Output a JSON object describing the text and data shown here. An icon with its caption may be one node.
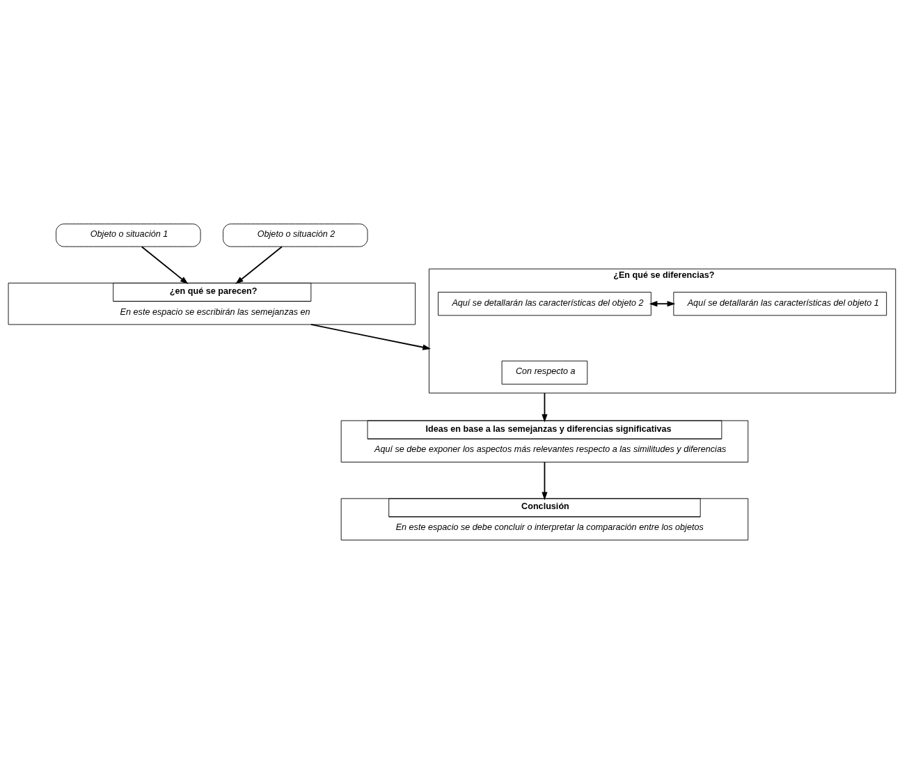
{
  "diagram": {
    "nodes": [
      {
        "text": [
          "Objeto o situación 1"
        ]
      },
      {
        "text": [
          "Objeto o situación 2"
        ]
      },
      {
        "text": [
          "¿en qué se parecen?",
          "En este espacio se escribirán las semejanzas en"
        ]
      },
      {
        "text": [
          "¿En qué se diferencias?"
        ]
      },
      {
        "text": [
          "Aquí se detallarán las características del objeto 1"
        ],
        "in": 3
      },
      {
        "text": [
          "Con respecto a"
        ],
        "in": 3
      },
      {
        "text": [
          "Aquí se detallarán las características del objeto 2"
        ],
        "in": 3
      },
      {
        "text": [
          "Ideas en base a las semejanzas y diferencias significativas",
          "Aquí se debe exponer los aspectos más relevantes respecto a las similitudes y diferencias"
        ]
      },
      {
        "text": [
          "Conclusión",
          "En este espacio se debe concluir o interpretar la comparación entre los objetos"
        ]
      }
    ],
    "edges": [
      {
        "from": 0,
        "to": 2,
        "arrow": "to"
      },
      {
        "from": 1,
        "to": 2,
        "arrow": "to"
      },
      {
        "from": 2,
        "to": 3,
        "arrow": "to"
      },
      {
        "from": 4,
        "to": 6,
        "arrow": "both"
      },
      {
        "from": 3,
        "to": 7,
        "arrow": "to"
      },
      {
        "from": 7,
        "to": 8,
        "arrow": "to"
      }
    ]
  }
}
